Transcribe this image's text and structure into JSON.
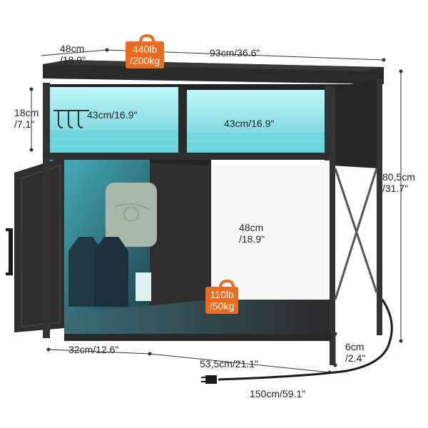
{
  "dimensions": {
    "depth": {
      "cm": "48cm",
      "in": "/18.9\""
    },
    "width": "93cm/36.6\"",
    "shelf_height": {
      "cm": "18cm",
      "in": "/7.1\""
    },
    "shelf_left_width": "43cm/16.9\"",
    "shelf_right_width": "43cm/16.9\"",
    "total_height": {
      "cm": "80,5cm",
      "in": "/31.7\""
    },
    "open_section_height": {
      "cm": "48cm",
      "in": "/18.9\""
    },
    "cabinet_width": "32cm/12.6\"",
    "open_section_width": "53,5cm/21.1\"",
    "leg_height": {
      "cm": "6cm",
      "in": "/2.4\""
    },
    "cord_length": "150cm/59.1\""
  },
  "load_capacity": {
    "top": {
      "lb": "440lb",
      "kg": "/200kg"
    },
    "bottom": {
      "lb": "110lb",
      "kg": "/50kg"
    }
  },
  "colors": {
    "badge": "#ee6a1c",
    "wood": "#2c2c2c",
    "led_glow": "#7fe6ec",
    "frame": "#3a3a3a"
  }
}
